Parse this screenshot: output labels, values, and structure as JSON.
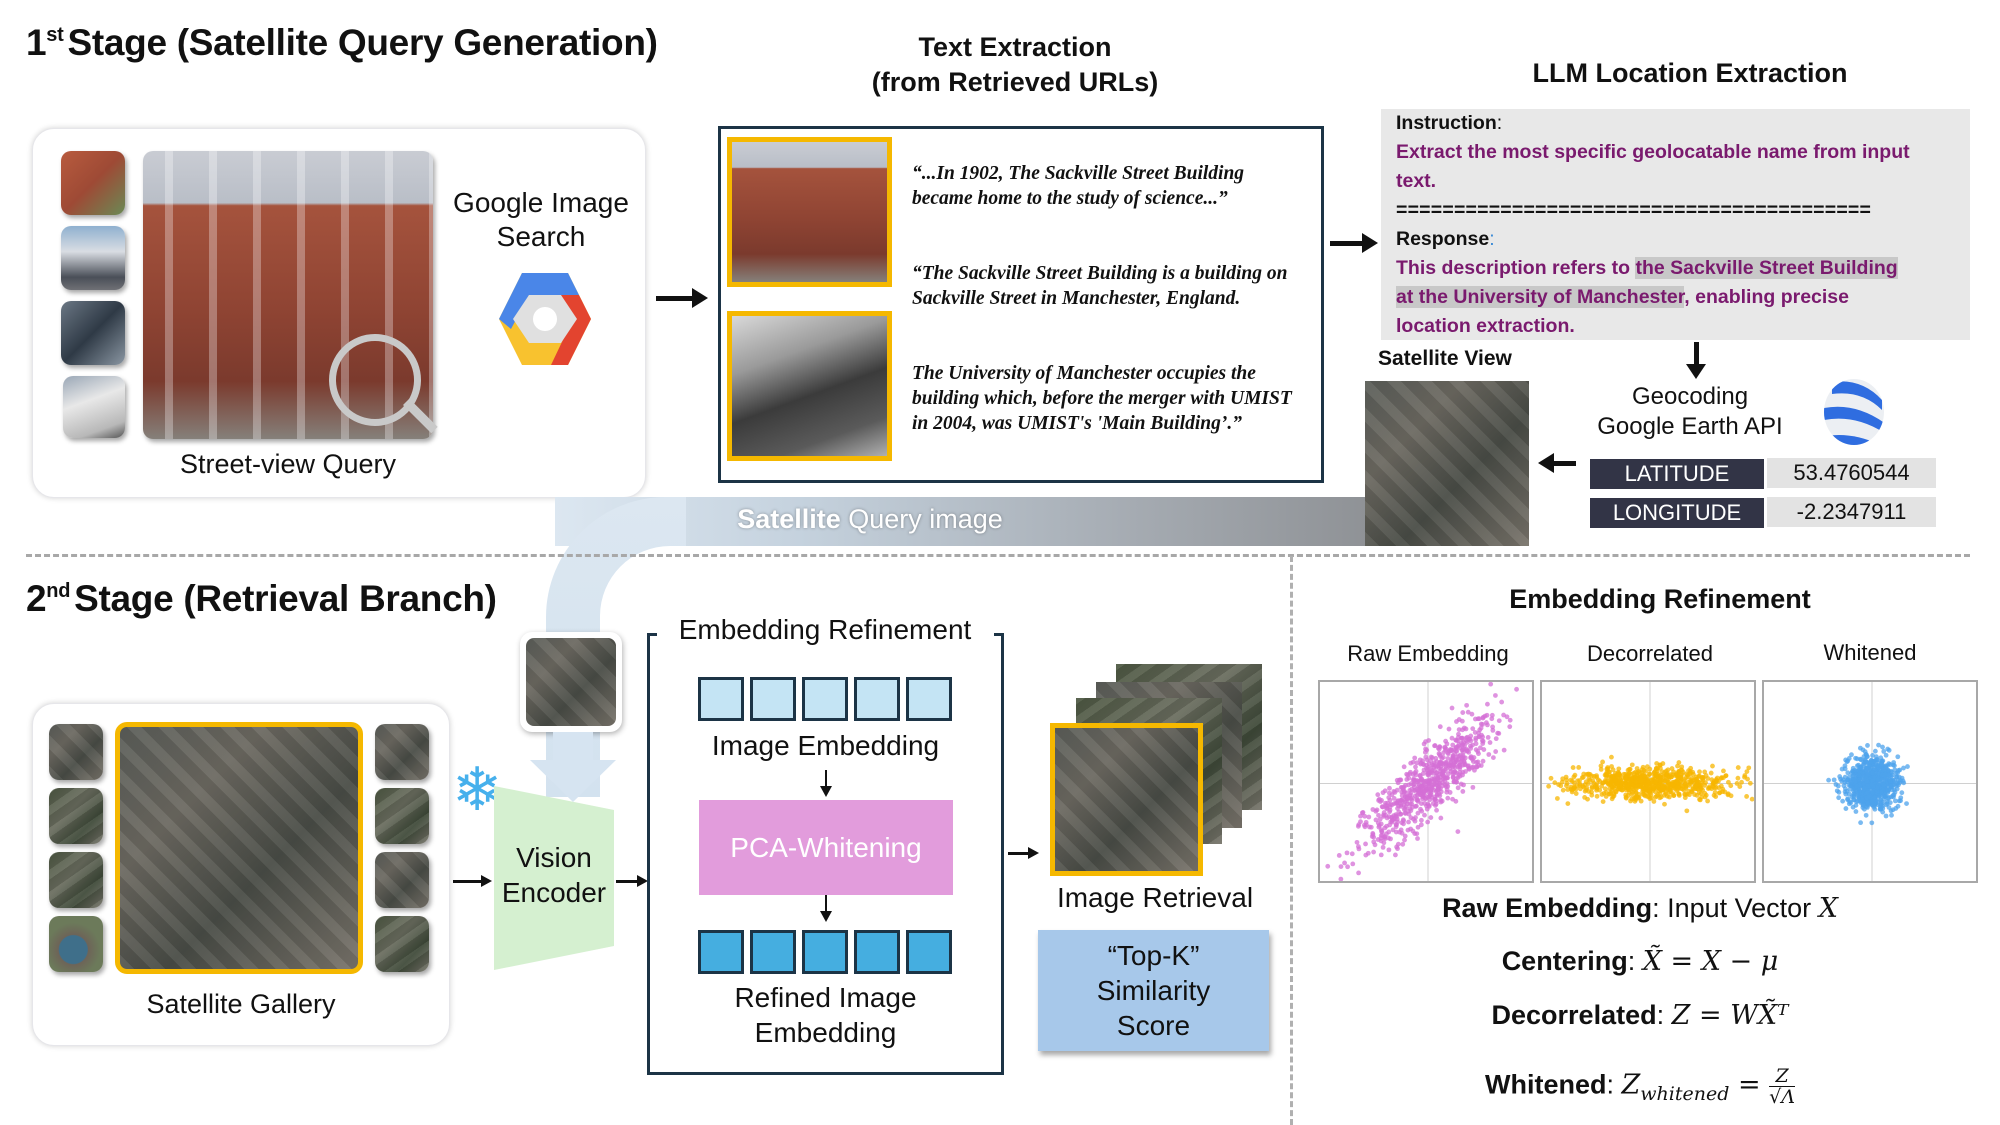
{
  "stage1": {
    "title_num": "1",
    "title_sup": "st",
    "title_rest": "Stage (Satellite Query Generation)",
    "street_view": {
      "caption": "Street-view Query",
      "search_label_line1": "Google Image",
      "search_label_line2": "Search",
      "icons": [
        "google-cloud-hexagon-icon",
        "magnifier-icon"
      ]
    },
    "text_extraction": {
      "title_line1": "Text Extraction",
      "title_line2": "(from Retrieved URLs)",
      "quotes": [
        {
          "line1": "“...In 1902, The Sackville Street Building",
          "line2": "became home to the study of science...”"
        },
        {
          "line1": "“The Sackville Street Building is a building on",
          "line2": "Sackville Street in Manchester, England."
        },
        {
          "line1": "The University of Manchester occupies the",
          "line2": "building which, before the merger with UMIST",
          "line3": "in 2004, was UMIST's 'Main Building’.”"
        }
      ]
    },
    "llm": {
      "title": "LLM Location Extraction",
      "instruction_label": "Instruction",
      "instruction_text_line1": "Extract the most specific geolocatable name from input",
      "instruction_text_line2": "text.",
      "separator": "=========================================",
      "response_label": "Response",
      "response_pre": "This description refers to ",
      "response_highlight_line1": "the Sackville Street Building ",
      "response_highlight_line2": "at the University of Manchester",
      "response_post": ", enabling precise",
      "response_line3": "location extraction."
    },
    "geocoding": {
      "line1": "Geocoding",
      "line2": "Google Earth API",
      "latitude_label": "LATITUDE",
      "latitude_value": "53.4760544",
      "longitude_label": "LONGITUDE",
      "longitude_value": "-2.2347911"
    },
    "satellite_view_label": "Satellite View",
    "satellite_query_bold": "Satellite",
    "satellite_query_rest": " Query image"
  },
  "stage2": {
    "title_num": "2",
    "title_sup": "nd",
    "title_rest": "Stage (Retrieval Branch)",
    "gallery_caption": "Satellite Gallery",
    "encoder_line1": "Vision",
    "encoder_line2": "Encoder",
    "refinement": {
      "title": "Embedding Refinement",
      "image_embedding": "Image Embedding",
      "pca": "PCA-Whitening",
      "refined_line1": "Refined Image",
      "refined_line2": "Embedding"
    },
    "retrieval_caption": "Image Retrieval",
    "topk_line1": "“Top-K”",
    "topk_line2": "Similarity",
    "topk_line3": "Score"
  },
  "right_panel": {
    "title": "Embedding Refinement",
    "formulas": {
      "raw_label": "Raw Embedding",
      "raw_rest": ": Input Vector ",
      "raw_math": "X",
      "centering_label": "Centering",
      "centering_math": "X̃ = X − μ",
      "decorrelated_label": "Decorrelated",
      "decorrelated_math": "Z = WX̃ᵀ",
      "whitened_label": "Whitened",
      "whitened_lhs": "Z",
      "whitened_sub": "whitened",
      "whitened_num": "Z",
      "whitened_den": "√Λ"
    }
  },
  "colors": {
    "accent_yellow": "#f5b800",
    "dark_navy": "#1c3446",
    "llm_purple": "#7a1a6e",
    "pca_pink": "#e29cdc",
    "encoder_green": "#d5f0d0",
    "topk_blue": "#a7c8ea",
    "emb_light": "#c4e4f4",
    "emb_dark": "#45aee0",
    "raw_scatter": "#d46fd6",
    "decorrelated_scatter": "#f7b500",
    "whitened_scatter": "#4da3ec"
  },
  "chart_data": [
    {
      "type": "scatter",
      "title": "Raw Embedding",
      "description": "correlated elongated cluster along positive diagonal",
      "center": [
        0,
        0
      ],
      "std_major": 1.0,
      "std_minor": 0.28,
      "angle_deg": 45,
      "grid": "crosshair at origin"
    },
    {
      "type": "scatter",
      "title": "Decorrelated",
      "description": "axis-aligned cluster wide in x, narrow in y",
      "center": [
        0,
        0
      ],
      "std_x": 0.9,
      "std_y": 0.18,
      "grid": "crosshair at origin"
    },
    {
      "type": "scatter",
      "title": "Whitened",
      "description": "isotropic round cluster",
      "center": [
        0,
        0
      ],
      "std_x": 0.3,
      "std_y": 0.3,
      "grid": "crosshair at origin"
    }
  ]
}
